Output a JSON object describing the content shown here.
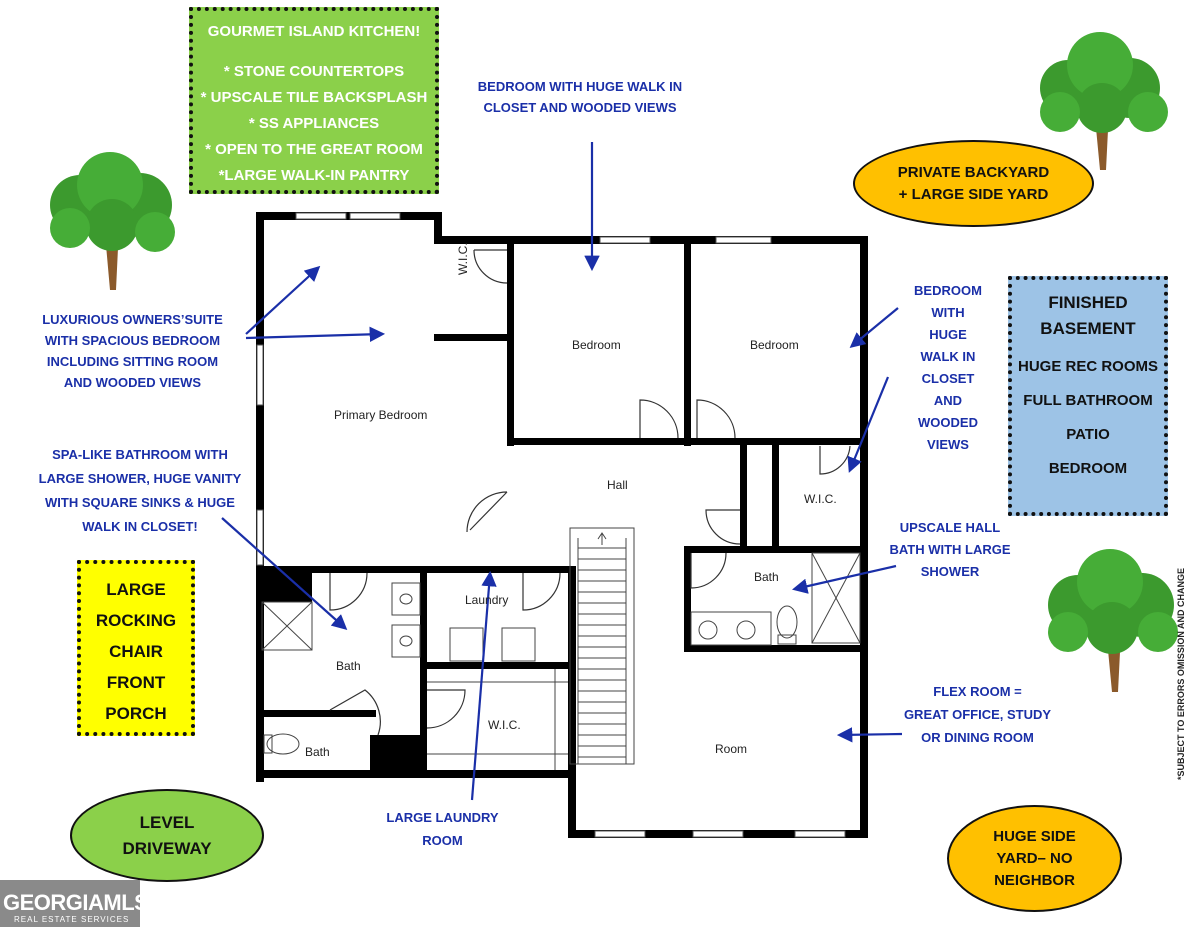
{
  "kitchen": {
    "title": "GOURMET ISLAND KITCHEN!",
    "items": [
      "* STONE COUNTERTOPS",
      "* UPSCALE TILE BACKSPLASH",
      "* SS APPLIANCES",
      "* OPEN TO THE GREAT ROOM",
      "*LARGE WALK-IN PANTRY"
    ]
  },
  "notes": {
    "bedroom_top": [
      "BEDROOM WITH HUGE WALK IN",
      "CLOSET AND  WOODED VIEWS"
    ],
    "owners_suite": [
      "LUXURIOUS OWNERS’SUITE",
      "WITH SPACIOUS BEDROOM",
      "INCLUDING SITTING ROOM",
      "AND WOODED VIEWS"
    ],
    "spa_bath": [
      "SPA-LIKE BATHROOM WITH",
      "LARGE SHOWER, HUGE VANITY",
      "WITH  SQUARE SINKS & HUGE",
      "WALK IN CLOSET!"
    ],
    "bedroom_right": [
      "BEDROOM",
      "WITH",
      "HUGE",
      "WALK IN",
      "CLOSET",
      "AND",
      "WOODED",
      "VIEWS"
    ],
    "hall_bath": [
      "UPSCALE HALL",
      "BATH WITH LARGE",
      "SHOWER"
    ],
    "flex_room": [
      "FLEX ROOM =",
      "GREAT OFFICE, STUDY",
      "OR DINING ROOM"
    ],
    "laundry": [
      "LARGE LAUNDRY",
      "ROOM"
    ]
  },
  "backyard": [
    "PRIVATE BACKYARD",
    "+ LARGE SIDE YARD"
  ],
  "basement": {
    "title": [
      "FINISHED",
      "BASEMENT"
    ],
    "items": [
      "HUGE REC ROOMS",
      "FULL BATHROOM",
      "PATIO",
      "BEDROOM"
    ]
  },
  "porch": [
    "LARGE",
    "ROCKING",
    "CHAIR",
    "FRONT",
    "PORCH"
  ],
  "driveway": [
    "LEVEL",
    "DRIVEWAY"
  ],
  "sideyard": [
    "HUGE SIDE",
    "YARD– NO",
    "NEIGHBOR"
  ],
  "rooms": {
    "wic_top": "W.I.C.",
    "bedroom_1": "Bedroom",
    "bedroom_2": "Bedroom",
    "primary": "Primary Bedroom",
    "hall": "Hall",
    "wic_right": "W.I.C.",
    "bath_hall": "Bath",
    "laundry": "Laundry",
    "bath_primary": "Bath",
    "wic_bottom": "W.I.C.",
    "bath_small": "Bath",
    "room": "Room"
  },
  "disclaimer": "*SUBJECT TO ERRORS OMISSION AND CHANGE",
  "logo": {
    "main": "GEORGIAMLS",
    "sub": "REAL ESTATE SERVICES"
  },
  "colors": {
    "annotation": "#1a2fa8",
    "green": "#8bd04a",
    "orange": "#ffc000",
    "blue_box": "#9dc3e6",
    "yellow": "#ffff00",
    "wall": "#000000"
  }
}
